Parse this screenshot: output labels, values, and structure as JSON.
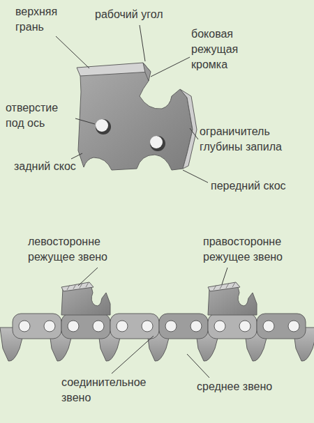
{
  "diagram": {
    "labels": [
      "верхняя грань",
      "рабочий угол",
      "боковая режущая кромка",
      "отверстие под ось",
      "ограничитель глубины запила",
      "задний скос",
      "передний скос",
      "левосторонне режущее звено",
      "правосторонне режущее звено",
      "соединительное звено",
      "среднее звено"
    ]
  }
}
